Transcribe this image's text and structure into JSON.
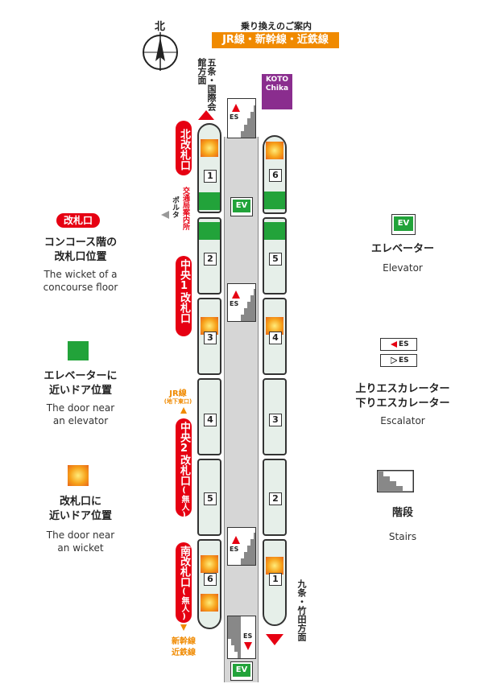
{
  "header": {
    "guide_label": "乗り換えのご案内",
    "lines_label": "JR線・新幹線・近鉄線"
  },
  "compass": {
    "label": "北"
  },
  "logo": {
    "line1": "KOTO",
    "line2": "Chika"
  },
  "directions": {
    "north": "五条・国際会館方面",
    "south": "九条・竹田方面"
  },
  "gates": {
    "north": "北改札口",
    "central1": "中央1改札口",
    "central2": "中央2改札口",
    "central2_note": "(無人)",
    "south": "南改札口",
    "south_note": "(無人)"
  },
  "side_labels": {
    "porta": "ポルタ",
    "info": "交通局案内所",
    "jr": "JR線",
    "jr_sub": "(地下東口)",
    "shinkansen": "新幹線",
    "kintetsu": "近鉄線"
  },
  "platform": {
    "es_label": "ES",
    "ev_label": "EV",
    "left_cars": [
      "1",
      "2",
      "3",
      "4",
      "5",
      "6"
    ],
    "right_cars": [
      "6",
      "5",
      "4",
      "3",
      "2",
      "1"
    ]
  },
  "legend": {
    "gate_badge": "改札口",
    "gate_title_1": "コンコース階の",
    "gate_title_2": "改札口位置",
    "gate_en_1": "The wicket of a",
    "gate_en_2": "concourse floor",
    "green_title_1": "エレベーターに",
    "green_title_2": "近いドア位置",
    "green_en_1": "The door near",
    "green_en_2": "an elevator",
    "orange_title_1": "改札口に",
    "orange_title_2": "近いドア位置",
    "orange_en_1": "The door near",
    "orange_en_2": "an wicket",
    "ev_badge": "EV",
    "ev_title": "エレベーター",
    "ev_en": "Elevator",
    "es_up": "ES",
    "es_down": "ES",
    "es_title_1": "上りエスカレーター",
    "es_title_2": "下りエスカレーター",
    "es_en": "Escalator",
    "stairs_title": "階段",
    "stairs_en": "Stairs"
  },
  "colors": {
    "red": "#e60012",
    "orange": "#f39800",
    "green": "#22a33a",
    "purple": "#8a2d8e"
  }
}
